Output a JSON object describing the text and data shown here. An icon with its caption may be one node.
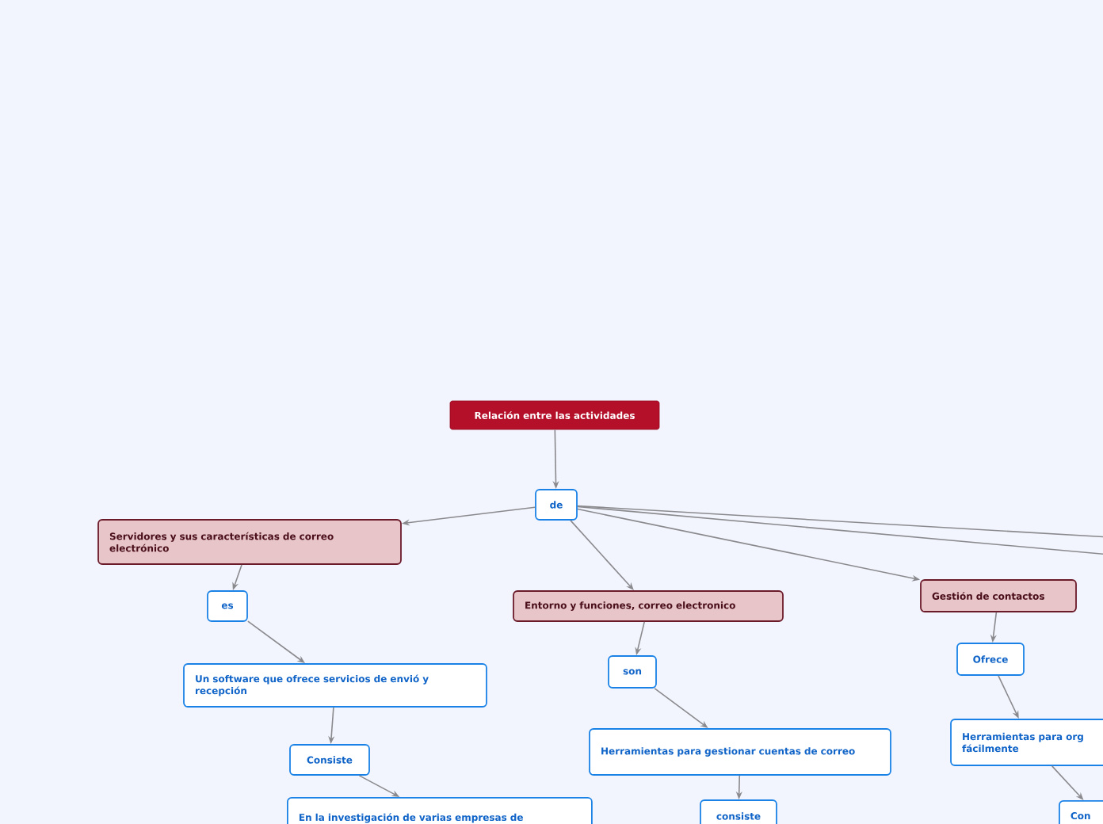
{
  "diagram": {
    "nodes": [
      {
        "text": [
          "Relación entre las actividades"
        ]
      },
      {
        "text": [
          "de"
        ]
      },
      {
        "text": [
          "Servidores y sus características de correo electrónico"
        ]
      },
      {
        "text": [
          "es"
        ]
      },
      {
        "text": [
          "Un software que ofrece servicios de envió y recepción"
        ]
      },
      {
        "text": [
          "Consiste"
        ]
      },
      {
        "text": [
          "En la investigación de varias empresas de"
        ]
      },
      {
        "text": [
          "Entorno y funciones, correo electronico"
        ]
      },
      {
        "text": [
          "son"
        ]
      },
      {
        "text": [
          "Herramientas para gestionar cuentas de correo"
        ]
      },
      {
        "text": [
          "consiste"
        ]
      },
      {
        "text": [
          "Gestión de contactos"
        ]
      },
      {
        "text": [
          "Ofrece"
        ]
      },
      {
        "text": [
          "Herramientas para org fácilmente"
        ]
      },
      {
        "text": [
          "Con"
        ]
      }
    ],
    "edges": [
      {
        "from": 0,
        "to": 1,
        "arrow": "to"
      },
      {
        "from": 1,
        "to": 2,
        "arrow": "to"
      },
      {
        "from": 1,
        "to": 7,
        "arrow": "to"
      },
      {
        "from": 1,
        "to": 11,
        "arrow": "to"
      },
      {
        "from": 1,
        "to": null,
        "arrow": "none"
      },
      {
        "from": 1,
        "to": null,
        "arrow": "none"
      },
      {
        "from": 2,
        "to": 3,
        "arrow": "to"
      },
      {
        "from": 3,
        "to": 4,
        "arrow": "to"
      },
      {
        "from": 4,
        "to": 5,
        "arrow": "to"
      },
      {
        "from": 5,
        "to": 6,
        "arrow": "to"
      },
      {
        "from": 7,
        "to": 8,
        "arrow": "to"
      },
      {
        "from": 8,
        "to": 9,
        "arrow": "to"
      },
      {
        "from": 9,
        "to": 10,
        "arrow": "to"
      },
      {
        "from": 11,
        "to": 12,
        "arrow": "to"
      },
      {
        "from": 12,
        "to": 13,
        "arrow": "to"
      },
      {
        "from": 13,
        "to": 14,
        "arrow": "to"
      }
    ]
  }
}
